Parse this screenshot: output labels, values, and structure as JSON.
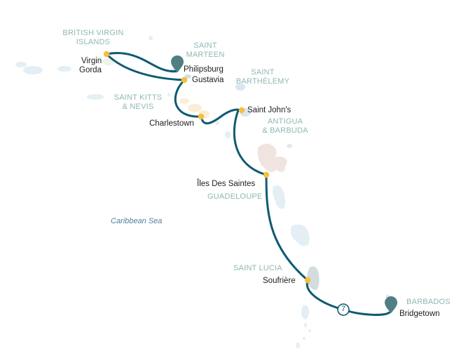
{
  "colors": {
    "route": "#0f5a73",
    "stop": "#f6bf3c",
    "pin": "#4f7f82",
    "country_label": "#8fb7b4",
    "water_island": "#dcecf2"
  },
  "countries": [
    {
      "id": "bvi",
      "line1": "BRITISH VIRGIN",
      "line2": "ISLANDS"
    },
    {
      "id": "sxm",
      "line1": "SAINT",
      "line2": "MARTEEN"
    },
    {
      "id": "stb",
      "line1": "SAINT",
      "line2": "BARTHÉLEMY"
    },
    {
      "id": "skn",
      "line1": "SAINT KITTS",
      "line2": "& NEVIS"
    },
    {
      "id": "ant",
      "line1": "ANTIGUA",
      "line2": "& BARBUDA"
    },
    {
      "id": "gua",
      "line1": "GUADELOUPE"
    },
    {
      "id": "lca",
      "line1": "SAINT LUCIA"
    },
    {
      "id": "brb",
      "line1": "BARBADOS"
    }
  ],
  "ports": {
    "virgin_gorda": {
      "line1": "Virgin",
      "line2": "Gorda"
    },
    "philipsburg": "Philipsburg",
    "gustavia": "Gustavia",
    "charlestown": "Charlestown",
    "saint_johns": "Saint John's",
    "iles_des_saintes": "Îles Des Saintes",
    "soufriere": "Soufrière",
    "bridgetown": "Bridgetown"
  },
  "sea_label": "Caribbean Sea",
  "nights_badge": "7"
}
